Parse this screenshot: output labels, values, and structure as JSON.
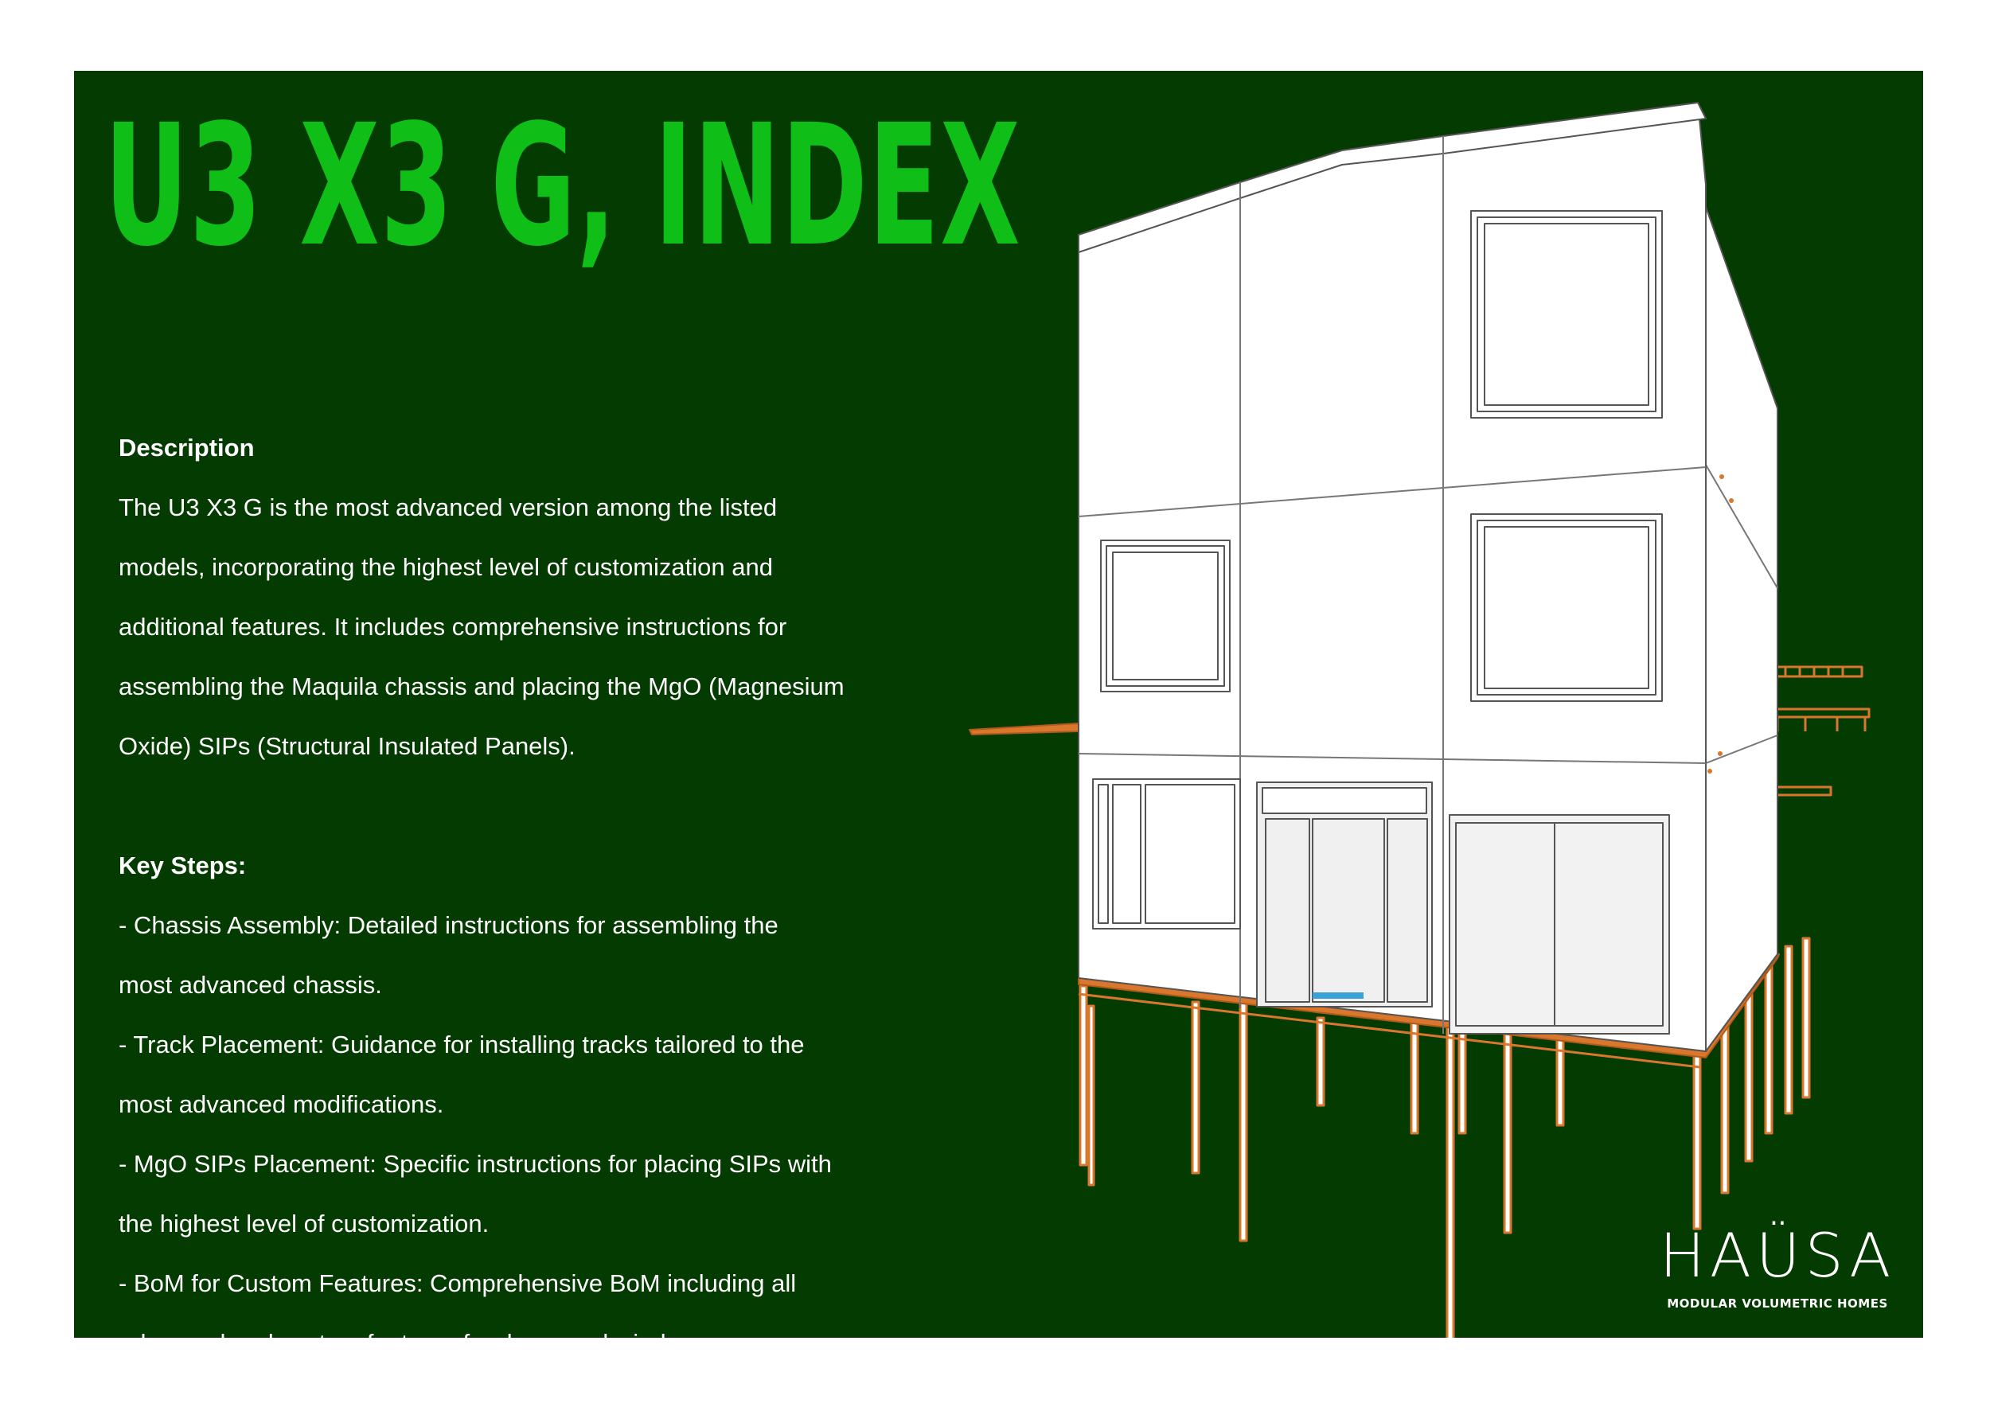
{
  "title": "U3 X3 G, INDEX",
  "description": {
    "heading": "Description",
    "lines": [
      "The U3 X3 G is the most advanced version among the listed",
      "models, incorporating the highest level of customization and",
      "additional features. It includes comprehensive instructions for",
      "assembling the Maquila chassis and placing the MgO (Magnesium",
      "Oxide) SIPs (Structural Insulated Panels)."
    ]
  },
  "key_steps": {
    "heading": "Key Steps:",
    "lines": [
      " - Chassis Assembly: Detailed instructions for assembling the",
      "most advanced chassis.",
      "- Track Placement: Guidance for installing tracks tailored to the",
      "most advanced modifications.",
      "- MgO SIPs Placement: Specific instructions for placing SIPs with",
      "the highest level of customization.",
      "- BoM for Custom Features: Comprehensive BoM including all",
      "advanced and custom features for doors and windows."
    ]
  },
  "logo": {
    "wordmark": "HAÜSA",
    "tagline": "MODULAR VOLUMETRIC HOMES"
  },
  "colors": {
    "background": "#033b00",
    "title": "#0fbf17",
    "text": "#ffffff",
    "frame": "#d9782d"
  },
  "illustration": "modular-house-render"
}
